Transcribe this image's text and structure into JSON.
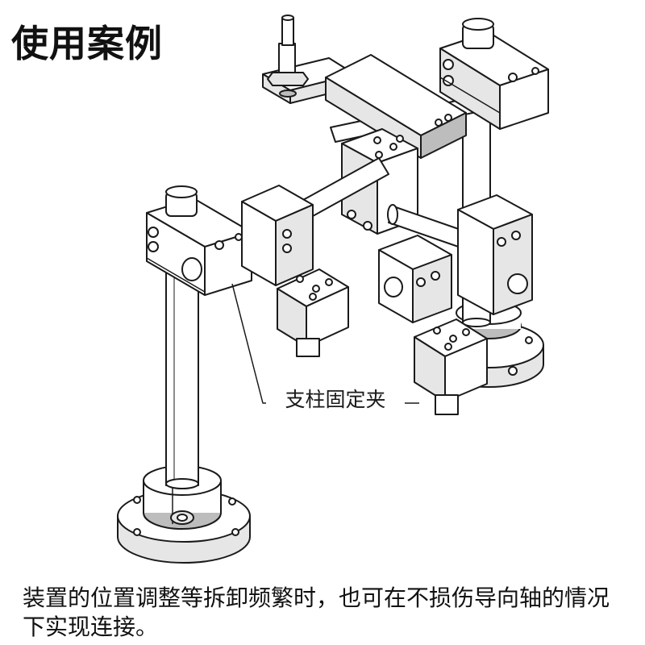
{
  "title": "使用案例",
  "callout_label": "支柱固定夹",
  "caption": "装置的位置调整等拆卸频繁时，也可在不损伤导向轴的情况下实现连接。",
  "colors": {
    "line": "#1a1a1a",
    "face": "#ffffff",
    "shade": "#e6e6e6",
    "dark": "#bdbdbd"
  }
}
